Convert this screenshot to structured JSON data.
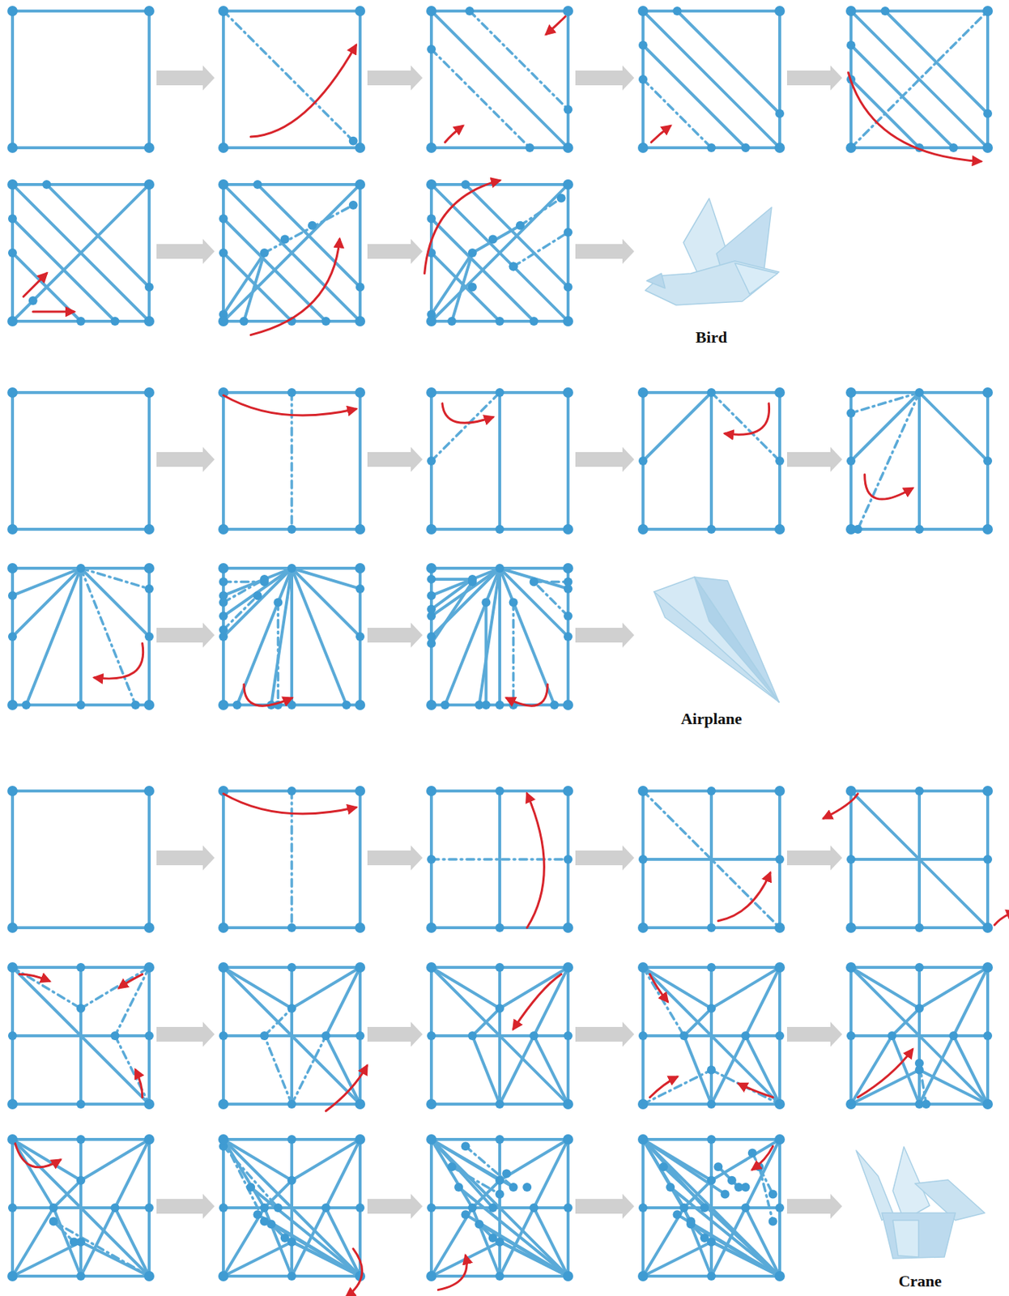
{
  "diagram": {
    "labels": [
      "Bird",
      "Airplane",
      "Crane"
    ]
  }
}
